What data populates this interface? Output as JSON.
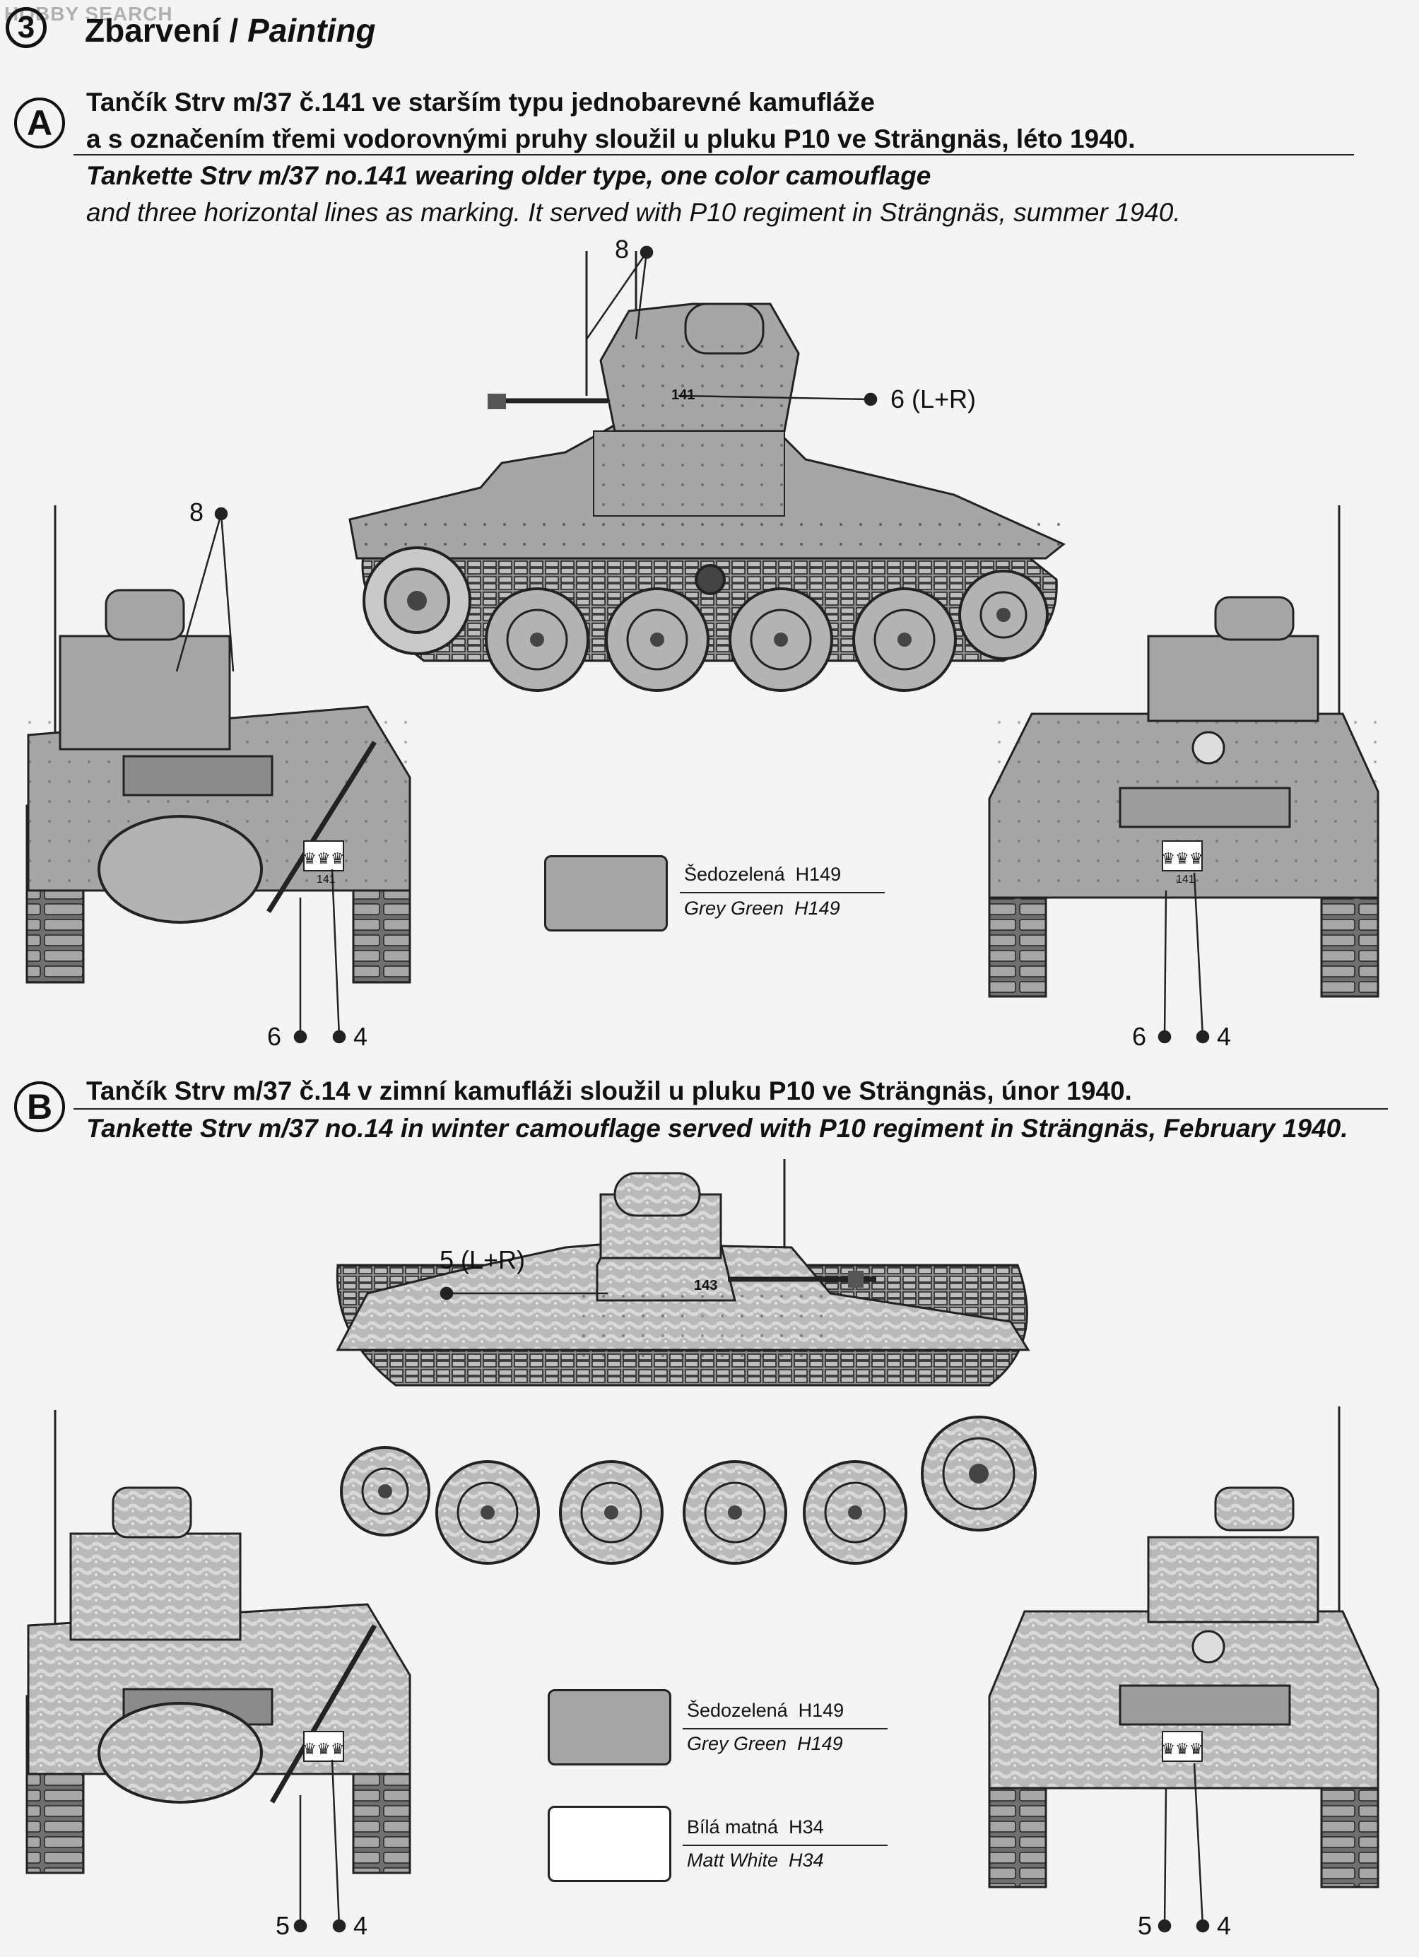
{
  "watermark": "HOBBY SEARCH",
  "header": {
    "step_number": "3",
    "title_cz": "Zbarvení / ",
    "title_en": "Painting"
  },
  "section_a": {
    "badge": "A",
    "line_cz_1": "Tančík Strv m/37 č.141 ve starším typu jednobarevné kamufláže",
    "line_cz_2": " a s označením třemi vodorovnými pruhy sloužil u pluku P10 ve Strängnäs, léto 1940.",
    "line_en_1": "Tankette Strv m/37 no.141 wearing older type, one color camouflage",
    "line_en_2": "and three horizontal lines as marking. It served with P10 regiment in Strängnäs, summer 1940.",
    "tank_number": "141",
    "callouts": {
      "side_top": "8",
      "side_right": "6 (L+R)",
      "front_top": "8",
      "front_left": "6",
      "front_right": "4",
      "rear_left": "6",
      "rear_right": "4"
    },
    "colors": [
      {
        "name_cz": "Šedozelená",
        "code": "H149",
        "name_en": "Grey Green",
        "hex": "#a6a6a6"
      }
    ]
  },
  "section_b": {
    "badge": "B",
    "line_cz_1": "Tančík Strv m/37 č.14 v zimní kamufláži sloužil u pluku P10 ve Strängnäs, únor 1940.",
    "line_en_1": "Tankette Strv m/37 no.14 in winter camouflage served with P10 regiment in Strängnäs, February 1940.",
    "tank_number": "143",
    "callouts": {
      "side_left": "5 (L+R)",
      "front_left": "5",
      "front_right": "4",
      "rear_left": "5",
      "rear_right": "4"
    },
    "colors": [
      {
        "name_cz": "Šedozelená",
        "code": "H149",
        "name_en": "Grey Green",
        "hex": "#a6a6a6"
      },
      {
        "name_cz": "Bílá matná",
        "code": "H34",
        "name_en": "Matt White",
        "hex": "#ffffff"
      }
    ]
  }
}
